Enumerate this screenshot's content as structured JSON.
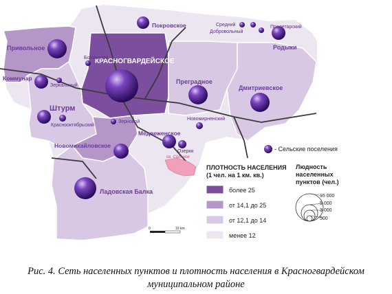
{
  "caption": {
    "line1": "Рис. 4. Сеть населенных пунктов и плотность населения в Красногвардейском",
    "line2": "муниципальном районе"
  },
  "places": {
    "krasnogvardeyskoe": "КРАСНОГВАРДЕЙСКОЕ",
    "privolnoe": "Привольное",
    "pokrovskoe": "Покровское",
    "srednyi": "Средний",
    "dobrovolnyi": "Добровольный",
    "proletarsky": "Пролетарский",
    "rodyki": "Родыки",
    "bogomolov": "Богомолов",
    "kommunar": "Коммунар",
    "zerkalnyi": "Зеркальный",
    "pregradnoe": "Преградное",
    "dmitrievskoe": "Дмитриевское",
    "shturm": "Штурм",
    "krasnooktyabrsky": "Красноoктябрьский",
    "zernovoy": "Зерновой",
    "novomirnensky": "Новомирненский",
    "medvezhenskoe": "Медвеженское",
    "ozerki": "Озерки",
    "novomikhaylovskoe": "Новомихайловское",
    "ozero": "оз. Соленое",
    "ladovskaya": "Ладовская Балка"
  },
  "legend": {
    "rural": "- Сельские поселения",
    "density_title_1": "ПЛОТНОСТЬ НАСЕЛЕНИЯ",
    "density_title_2": "(1 чел. на 1 км. кв.)",
    "classes": [
      {
        "label": "более 25",
        "color": "#7b4f9e"
      },
      {
        "label": "от 14,1 до 25",
        "color": "#b497c8"
      },
      {
        "label": "от 12,1 до 14",
        "color": "#d8c8e4"
      },
      {
        "label": "менее 12",
        "color": "#ece6f1"
      }
    ],
    "pop_title_1": "Людность",
    "pop_title_2": "населенных",
    "pop_title_3": "пунктов (чел.)",
    "pop_values": [
      "15 000",
      "5 000",
      "3 000",
      "500"
    ]
  },
  "scale": {
    "start": "0",
    "end": "10 km"
  },
  "colors": {
    "high": "#7b4f9e",
    "mid": "#b497c8",
    "low": "#d8c8e4",
    "lowest": "#ece6f1",
    "lake": "#f0a0b8",
    "settlement": "#5b2a9a"
  }
}
